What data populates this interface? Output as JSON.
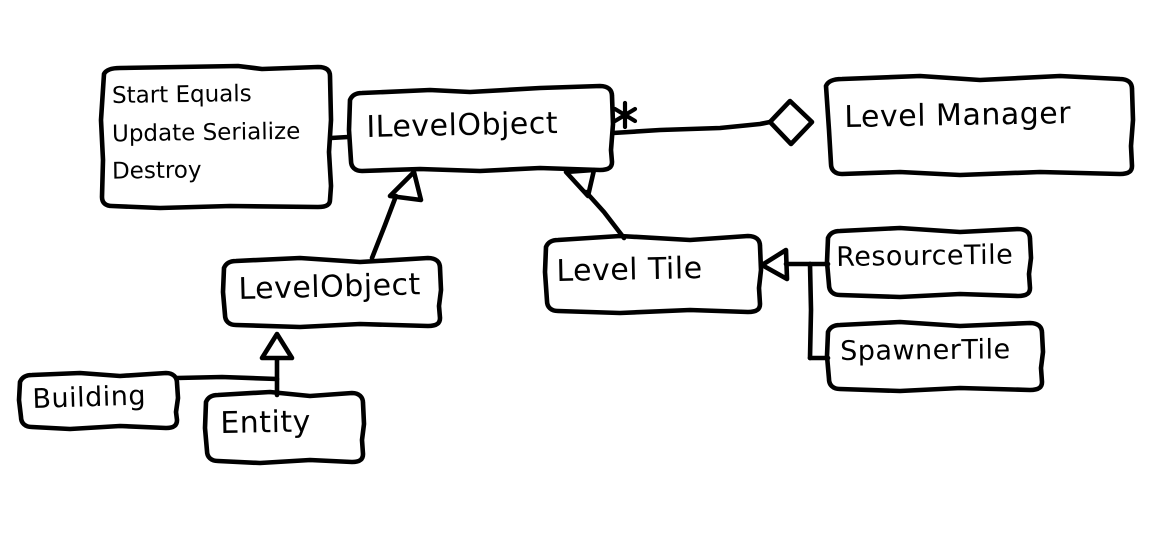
{
  "diagram": {
    "type": "uml-class-diagram",
    "style": "hand-drawn-sketch",
    "background_color": "#ffffff",
    "stroke_color": "#000000"
  },
  "note": {
    "name": "method-list-note",
    "lines": [
      "Start   Equals",
      "Update  Serialize",
      "Destroy"
    ],
    "members": [
      "Start",
      "Equals",
      "Update",
      "Serialize",
      "Destroy"
    ]
  },
  "classes": {
    "ilevelobject": {
      "label": "ILevelObject"
    },
    "levelmanager": {
      "label": "Level Manager"
    },
    "levelobject": {
      "label": "LevelObject"
    },
    "leveltile": {
      "label": "Level Tile"
    },
    "resourcetile": {
      "label": "ResourceTile"
    },
    "spawnertile": {
      "label": "SpawnerTile"
    },
    "building": {
      "label": "Building"
    },
    "entity": {
      "label": "Entity"
    }
  },
  "multiplicity": {
    "ilevelobject_to_levelmanager": "*"
  },
  "relationships": [
    {
      "from": "note",
      "to": "ilevelobject",
      "kind": "note-link"
    },
    {
      "from": "ilevelobject",
      "to": "levelmanager",
      "kind": "aggregation",
      "source_multiplicity": "*"
    },
    {
      "from": "levelobject",
      "to": "ilevelobject",
      "kind": "generalization"
    },
    {
      "from": "leveltile",
      "to": "ilevelobject",
      "kind": "generalization"
    },
    {
      "from": "entity",
      "to": "levelobject",
      "kind": "generalization"
    },
    {
      "from": "building",
      "to": "levelobject",
      "kind": "generalization"
    },
    {
      "from": "resourcetile",
      "to": "leveltile",
      "kind": "generalization"
    },
    {
      "from": "spawnertile",
      "to": "leveltile",
      "kind": "generalization"
    }
  ]
}
